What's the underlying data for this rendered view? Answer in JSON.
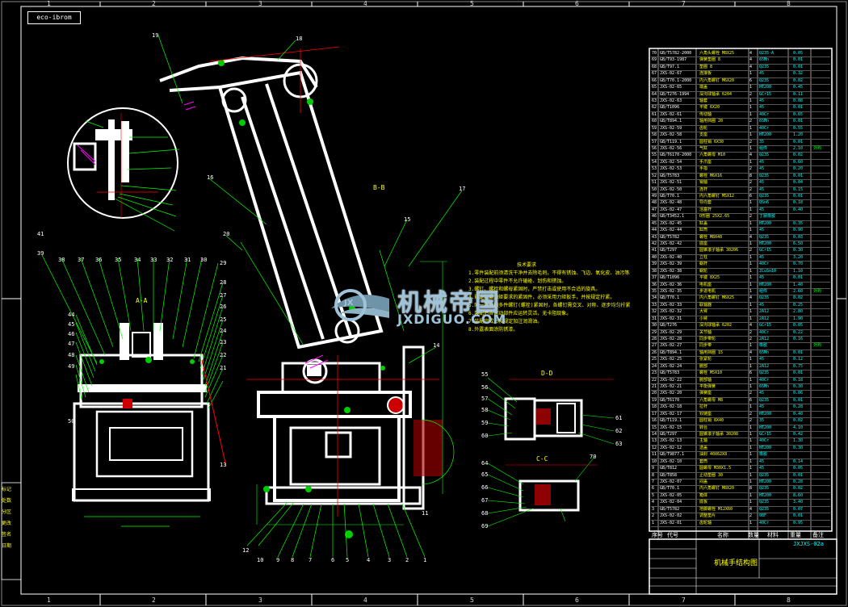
{
  "drawing": {
    "stamp": "eco-ibrom",
    "title": "机械手结构图",
    "code": "JXJXS-02a",
    "section_label_top": "B-B",
    "section_label_mid": "A-A",
    "view_label_right_top": "D-D",
    "view_label_right_bottom": "C-C"
  },
  "zones_top": [
    "1",
    "2",
    "3",
    "4",
    "5",
    "6",
    "7",
    "8"
  ],
  "zones_bottom": [
    "1",
    "2",
    "3",
    "4",
    "5",
    "6",
    "7",
    "8"
  ],
  "watermark": {
    "cn": "机械帝国",
    "en": "JXDIGUO.COM",
    "logo": "JX"
  },
  "tech_notes": {
    "heading": "技术要求",
    "lines": [
      "1.零件装配前须清洗干净并去除毛刺，不得有锈蚀、飞边、氧化皮、油污等。",
      "2.装配过程中零件不允许磕碰、划伤和锈蚀。",
      "3.螺钉、螺栓和螺母紧固时，严禁打击或使用不合适的旋具。",
      "4.规定拧紧力矩要求的紧固件，必须采用力矩扳手，并按规定拧紧。",
      "5.同一零件用多件螺钉(螺栓)紧固时，各螺钉需交叉、对称、逐步均匀拧紧。",
      "6.装配后各运动部件应运转灵活，无卡阻现象。",
      "7.装配完成后按规定加注润滑油。",
      "8.外露表面涂防锈漆。"
    ]
  },
  "callouts_left_view": [
    "41",
    "39",
    "38",
    "37",
    "36",
    "35",
    "34",
    "33",
    "32",
    "31",
    "30",
    "29",
    "28",
    "27",
    "26",
    "25",
    "24",
    "23",
    "22",
    "21",
    "44",
    "45",
    "46",
    "47",
    "48",
    "49",
    "50"
  ],
  "callouts_bottom": [
    "12",
    "10",
    "9",
    "8",
    "7",
    "6",
    "5",
    "4",
    "3",
    "2",
    "1"
  ],
  "callouts_main": [
    "19",
    "18",
    "16",
    "20",
    "17",
    "15",
    "14",
    "13",
    "11"
  ],
  "callouts_right": [
    "55",
    "56",
    "57",
    "58",
    "59",
    "60",
    "61",
    "62",
    "63",
    "64",
    "65",
    "66",
    "67",
    "68",
    "69",
    "70"
  ],
  "bom": {
    "header": {
      "num": "序号",
      "code": "代号",
      "name": "名称",
      "qty": "数量",
      "material": "材料",
      "weight": "重量",
      "remark": "备注"
    },
    "rows": [
      {
        "num": "70",
        "code": "GB/T5782-2000",
        "name": "六角头螺栓 M8X25",
        "qty": "4",
        "mat": "Q235-A",
        "wt": "0.05",
        "rem": ""
      },
      {
        "num": "69",
        "code": "GB/T93-1987",
        "name": "弹簧垫圈 8",
        "qty": "4",
        "mat": "65Mn",
        "wt": "0.01",
        "rem": ""
      },
      {
        "num": "68",
        "code": "GB/T97.1",
        "name": "垫圈 8",
        "qty": "4",
        "mat": "Q235",
        "wt": "0.01",
        "rem": ""
      },
      {
        "num": "67",
        "code": "JXS-02-67",
        "name": "连接板",
        "qty": "1",
        "mat": "45",
        "wt": "0.32",
        "rem": ""
      },
      {
        "num": "66",
        "code": "GB/T70.1-2000",
        "name": "内六角螺钉 M6X20",
        "qty": "6",
        "mat": "Q235",
        "wt": "0.02",
        "rem": ""
      },
      {
        "num": "65",
        "code": "JXS-02-65",
        "name": "端盖",
        "qty": "1",
        "mat": "HT200",
        "wt": "0.45",
        "rem": ""
      },
      {
        "num": "64",
        "code": "GB/T276-1994",
        "name": "深沟球轴承 6204",
        "qty": "2",
        "mat": "GCr15",
        "wt": "0.11",
        "rem": ""
      },
      {
        "num": "63",
        "code": "JXS-02-63",
        "name": "轴套",
        "qty": "1",
        "mat": "45",
        "wt": "0.08",
        "rem": ""
      },
      {
        "num": "62",
        "code": "GB/T1096",
        "name": "平键 6X20",
        "qty": "1",
        "mat": "45",
        "wt": "0.01",
        "rem": ""
      },
      {
        "num": "61",
        "code": "JXS-02-61",
        "name": "传动轴",
        "qty": "1",
        "mat": "40Cr",
        "wt": "0.65",
        "rem": ""
      },
      {
        "num": "60",
        "code": "GB/T894.1",
        "name": "轴用挡圈 20",
        "qty": "2",
        "mat": "65Mn",
        "wt": "0.01",
        "rem": ""
      },
      {
        "num": "59",
        "code": "JXS-02-59",
        "name": "齿轮",
        "qty": "1",
        "mat": "40Cr",
        "wt": "0.55",
        "rem": ""
      },
      {
        "num": "58",
        "code": "JXS-02-58",
        "name": "支座",
        "qty": "1",
        "mat": "HT200",
        "wt": "1.20",
        "rem": ""
      },
      {
        "num": "57",
        "code": "GB/T119.1",
        "name": "圆柱销 6X30",
        "qty": "2",
        "mat": "35",
        "wt": "0.01",
        "rem": ""
      },
      {
        "num": "56",
        "code": "JXS-02-56",
        "name": "气缸",
        "qty": "1",
        "mat": "组件",
        "wt": "2.10",
        "rem": "外购"
      },
      {
        "num": "55",
        "code": "GB/T6170-2000",
        "name": "六角螺母 M10",
        "qty": "4",
        "mat": "Q235",
        "wt": "0.02",
        "rem": ""
      },
      {
        "num": "54",
        "code": "JXS-02-54",
        "name": "手爪座",
        "qty": "1",
        "mat": "45",
        "wt": "0.60",
        "rem": ""
      },
      {
        "num": "53",
        "code": "JXS-02-53",
        "name": "手指",
        "qty": "2",
        "mat": "45",
        "wt": "0.20",
        "rem": ""
      },
      {
        "num": "52",
        "code": "GB/T5783",
        "name": "螺栓 M6X16",
        "qty": "8",
        "mat": "Q235",
        "wt": "0.01",
        "rem": ""
      },
      {
        "num": "51",
        "code": "JXS-02-51",
        "name": "销轴",
        "qty": "2",
        "mat": "45",
        "wt": "0.04",
        "rem": ""
      },
      {
        "num": "50",
        "code": "JXS-02-50",
        "name": "连杆",
        "qty": "2",
        "mat": "45",
        "wt": "0.15",
        "rem": ""
      },
      {
        "num": "49",
        "code": "GB/T70.1",
        "name": "内六角螺钉 M5X12",
        "qty": "6",
        "mat": "Q235",
        "wt": "0.01",
        "rem": ""
      },
      {
        "num": "48",
        "code": "JXS-02-48",
        "name": "导向套",
        "qty": "1",
        "mat": "QSn6",
        "wt": "0.18",
        "rem": ""
      },
      {
        "num": "47",
        "code": "JXS-02-47",
        "name": "活塞杆",
        "qty": "1",
        "mat": "45",
        "wt": "0.40",
        "rem": ""
      },
      {
        "num": "46",
        "code": "GB/T3452.1",
        "name": "O形圈 25X2.65",
        "qty": "2",
        "mat": "丁腈橡胶",
        "wt": "",
        "rem": ""
      },
      {
        "num": "45",
        "code": "JXS-02-45",
        "name": "缸盖",
        "qty": "1",
        "mat": "HT200",
        "wt": "0.35",
        "rem": ""
      },
      {
        "num": "44",
        "code": "JXS-02-44",
        "name": "缸筒",
        "qty": "1",
        "mat": "45",
        "wt": "0.90",
        "rem": ""
      },
      {
        "num": "43",
        "code": "GB/T5782",
        "name": "螺栓 M8X40",
        "qty": "4",
        "mat": "Q235",
        "wt": "0.03",
        "rem": ""
      },
      {
        "num": "42",
        "code": "JXS-02-42",
        "name": "底座",
        "qty": "1",
        "mat": "HT200",
        "wt": "6.50",
        "rem": ""
      },
      {
        "num": "41",
        "code": "GB/T297",
        "name": "圆锥滚子轴承 30206",
        "qty": "2",
        "mat": "GCr15",
        "wt": "0.30",
        "rem": ""
      },
      {
        "num": "40",
        "code": "JXS-02-40",
        "name": "立柱",
        "qty": "1",
        "mat": "45",
        "wt": "3.20",
        "rem": ""
      },
      {
        "num": "39",
        "code": "JXS-02-39",
        "name": "蜗杆",
        "qty": "1",
        "mat": "40Cr",
        "wt": "0.70",
        "rem": ""
      },
      {
        "num": "38",
        "code": "JXS-02-38",
        "name": "蜗轮",
        "qty": "1",
        "mat": "ZCuSn10",
        "wt": "1.10",
        "rem": ""
      },
      {
        "num": "37",
        "code": "GB/T1096",
        "name": "平键 8X25",
        "qty": "1",
        "mat": "45",
        "wt": "0.01",
        "rem": ""
      },
      {
        "num": "36",
        "code": "JXS-02-36",
        "name": "电机座",
        "qty": "1",
        "mat": "HT200",
        "wt": "1.40",
        "rem": ""
      },
      {
        "num": "35",
        "code": "JXS-02-35",
        "name": "步进电机",
        "qty": "1",
        "mat": "组件",
        "wt": "2.60",
        "rem": "外购"
      },
      {
        "num": "34",
        "code": "GB/T70.1",
        "name": "内六角螺钉 M6X25",
        "qty": "4",
        "mat": "Q235",
        "wt": "0.02",
        "rem": ""
      },
      {
        "num": "33",
        "code": "JXS-02-33",
        "name": "联轴器",
        "qty": "1",
        "mat": "45",
        "wt": "0.25",
        "rem": ""
      },
      {
        "num": "32",
        "code": "JXS-02-32",
        "name": "大臂",
        "qty": "1",
        "mat": "2A12",
        "wt": "2.80",
        "rem": ""
      },
      {
        "num": "31",
        "code": "JXS-02-31",
        "name": "小臂",
        "qty": "1",
        "mat": "2A12",
        "wt": "1.90",
        "rem": ""
      },
      {
        "num": "30",
        "code": "GB/T276",
        "name": "深沟球轴承 6202",
        "qty": "4",
        "mat": "GCr15",
        "wt": "0.05",
        "rem": ""
      },
      {
        "num": "29",
        "code": "JXS-02-29",
        "name": "关节轴",
        "qty": "2",
        "mat": "40Cr",
        "wt": "0.22",
        "rem": ""
      },
      {
        "num": "28",
        "code": "JXS-02-28",
        "name": "同步带轮",
        "qty": "2",
        "mat": "2A12",
        "wt": "0.16",
        "rem": ""
      },
      {
        "num": "27",
        "code": "JXS-02-27",
        "name": "同步带",
        "qty": "1",
        "mat": "橡胶",
        "wt": "",
        "rem": "外购"
      },
      {
        "num": "26",
        "code": "GB/T894.1",
        "name": "轴用挡圈 15",
        "qty": "4",
        "mat": "65Mn",
        "wt": "0.01",
        "rem": ""
      },
      {
        "num": "25",
        "code": "JXS-02-25",
        "name": "张紧轮",
        "qty": "1",
        "mat": "45",
        "wt": "0.12",
        "rem": ""
      },
      {
        "num": "24",
        "code": "JXS-02-24",
        "name": "腕部",
        "qty": "1",
        "mat": "2A12",
        "wt": "0.75",
        "rem": ""
      },
      {
        "num": "23",
        "code": "GB/T5783",
        "name": "螺栓 M5X10",
        "qty": "6",
        "mat": "Q235",
        "wt": "0.01",
        "rem": ""
      },
      {
        "num": "22",
        "code": "JXS-02-22",
        "name": "腕部轴",
        "qty": "1",
        "mat": "40Cr",
        "wt": "0.18",
        "rem": ""
      },
      {
        "num": "21",
        "code": "JXS-02-21",
        "name": "平衡弹簧",
        "qty": "1",
        "mat": "65Mn",
        "wt": "0.30",
        "rem": ""
      },
      {
        "num": "20",
        "code": "JXS-02-20",
        "name": "弹簧座",
        "qty": "2",
        "mat": "45",
        "wt": "0.06",
        "rem": ""
      },
      {
        "num": "19",
        "code": "GB/T6170",
        "name": "六角螺母 M8",
        "qty": "6",
        "mat": "Q235",
        "wt": "0.01",
        "rem": ""
      },
      {
        "num": "18",
        "code": "JXS-02-18",
        "name": "拉杆",
        "qty": "1",
        "mat": "45",
        "wt": "0.28",
        "rem": ""
      },
      {
        "num": "17",
        "code": "JXS-02-17",
        "name": "铰链座",
        "qty": "2",
        "mat": "HT200",
        "wt": "0.40",
        "rem": ""
      },
      {
        "num": "16",
        "code": "GB/T119.1",
        "name": "圆柱销 8X40",
        "qty": "2",
        "mat": "35",
        "wt": "0.02",
        "rem": ""
      },
      {
        "num": "15",
        "code": "JXS-02-15",
        "name": "转台",
        "qty": "1",
        "mat": "HT200",
        "wt": "4.10",
        "rem": ""
      },
      {
        "num": "14",
        "code": "GB/T297",
        "name": "圆锥滚子轴承 30208",
        "qty": "1",
        "mat": "GCr15",
        "wt": "0.42",
        "rem": ""
      },
      {
        "num": "13",
        "code": "JXS-02-13",
        "name": "主轴",
        "qty": "1",
        "mat": "40Cr",
        "wt": "1.30",
        "rem": ""
      },
      {
        "num": "12",
        "code": "JXS-02-12",
        "name": "透盖",
        "qty": "1",
        "mat": "HT200",
        "wt": "0.30",
        "rem": ""
      },
      {
        "num": "11",
        "code": "GB/T9877.1",
        "name": "油封 40X62X8",
        "qty": "1",
        "mat": "橡胶",
        "wt": "",
        "rem": ""
      },
      {
        "num": "10",
        "code": "JXS-02-10",
        "name": "套筒",
        "qty": "1",
        "mat": "45",
        "wt": "0.14",
        "rem": ""
      },
      {
        "num": "9",
        "code": "GB/T812",
        "name": "圆螺母 M30X1.5",
        "qty": "1",
        "mat": "45",
        "wt": "0.05",
        "rem": ""
      },
      {
        "num": "8",
        "code": "GB/T858",
        "name": "止动垫圈 30",
        "qty": "1",
        "mat": "Q235",
        "wt": "0.01",
        "rem": ""
      },
      {
        "num": "7",
        "code": "JXS-02-07",
        "name": "闷盖",
        "qty": "1",
        "mat": "HT200",
        "wt": "0.28",
        "rem": ""
      },
      {
        "num": "6",
        "code": "GB/T70.1",
        "name": "内六角螺钉 M8X20",
        "qty": "8",
        "mat": "Q235",
        "wt": "0.02",
        "rem": ""
      },
      {
        "num": "5",
        "code": "JXS-02-05",
        "name": "箱体",
        "qty": "1",
        "mat": "HT200",
        "wt": "8.60",
        "rem": ""
      },
      {
        "num": "4",
        "code": "JXS-02-04",
        "name": "底板",
        "qty": "1",
        "mat": "Q235",
        "wt": "3.40",
        "rem": ""
      },
      {
        "num": "3",
        "code": "GB/T5782",
        "name": "地脚螺栓 M12X60",
        "qty": "4",
        "mat": "Q235",
        "wt": "0.07",
        "rem": ""
      },
      {
        "num": "2",
        "code": "JXS-02-02",
        "name": "调整垫片",
        "qty": "2",
        "mat": "08F",
        "wt": "0.01",
        "rem": ""
      },
      {
        "num": "1",
        "code": "JXS-02-01",
        "name": "齿轮轴",
        "qty": "1",
        "mat": "40Cr",
        "wt": "0.95",
        "rem": ""
      }
    ]
  },
  "side_legend": [
    "标记",
    "处数",
    "分区",
    "更改",
    "签名",
    "日期"
  ],
  "colors": {
    "background": "#000000",
    "line": "#ffffff",
    "leader": "#00ff00",
    "annotation": "#ffff00",
    "hatch": "#ff00ff",
    "center": "#ff0000",
    "dim": "#00ffff"
  }
}
